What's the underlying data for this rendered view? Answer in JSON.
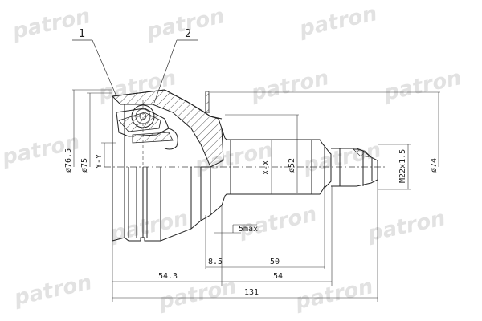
{
  "drawing": {
    "subject": "CV joint outer (technical drawing)",
    "watermark": "patron",
    "callouts": [
      {
        "id": "1",
        "label": "1"
      },
      {
        "id": "2",
        "label": "2"
      }
    ],
    "section_labels": {
      "y_axis": "Y-Y",
      "x_axis": "X-X"
    },
    "dimensions": {
      "outer_diameter_1": "ø76.5",
      "outer_diameter_2": "ø75",
      "shaft_diameter": "ø52",
      "thread": "M22x1.5",
      "flange_diameter": "ø74",
      "gap": "5max",
      "flange_offset": "8.5",
      "shaft_length": "50",
      "body_length": "54.3",
      "stem_length": "54",
      "total_length": "131"
    }
  }
}
